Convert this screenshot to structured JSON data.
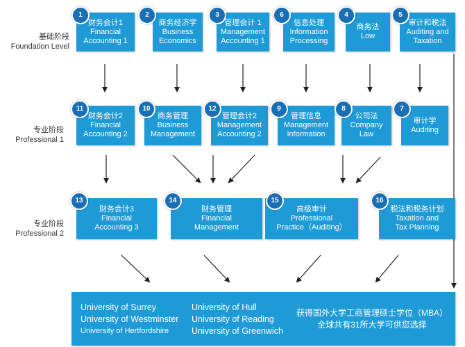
{
  "levels": {
    "foundation": {
      "zh": "基础阶段",
      "en": "Foundation Level"
    },
    "professional1": {
      "zh": "专业阶段",
      "en": "Professional 1"
    },
    "professional2": {
      "zh": "专业阶段",
      "en": "Professional 2"
    }
  },
  "foundation_boxes": [
    {
      "num": "1",
      "zh": "财务会计1",
      "en1": "Financial",
      "en2": "Accounting 1"
    },
    {
      "num": "2",
      "zh": "商务经济学",
      "en1": "Business",
      "en2": "Economics"
    },
    {
      "num": "3",
      "zh": "管理会计 1",
      "en1": "Management",
      "en2": "Accounting 1"
    },
    {
      "num": "6",
      "zh": "信息处理",
      "en1": "Information",
      "en2": "Processing"
    },
    {
      "num": "4",
      "zh": "商务法",
      "en1": "Low",
      "en2": ""
    },
    {
      "num": "5",
      "zh": "审计和税法",
      "en1": "Auditing and",
      "en2": "Taxation"
    }
  ],
  "professional1_boxes": [
    {
      "num": "11",
      "zh": "财务会计2",
      "en1": "Financial",
      "en2": "Accounting 2"
    },
    {
      "num": "10",
      "zh": "商务管理",
      "en1": "Business",
      "en2": "Management"
    },
    {
      "num": "12",
      "zh": "管理会计2",
      "en1": "Management",
      "en2": "Accounting 2"
    },
    {
      "num": "9",
      "zh": "管理信息",
      "en1": "Management",
      "en2": "Information"
    },
    {
      "num": "8",
      "zh": "公司法",
      "en1": "Company",
      "en2": "Law"
    },
    {
      "num": "7",
      "zh": "审计学",
      "en1": "Auditing",
      "en2": ""
    }
  ],
  "professional2_boxes": [
    {
      "num": "13",
      "zh": "财务会计3",
      "en1": "Financial",
      "en2": "Accounting 3"
    },
    {
      "num": "14",
      "zh": "财务管理",
      "en1": "Financial",
      "en2": "Management"
    },
    {
      "num": "15",
      "zh": "高级审计",
      "en1": "Professional",
      "en2": "Practice（Auditing）"
    },
    {
      "num": "16",
      "zh": "税法和税务计划",
      "en1": "Taxation and",
      "en2": "Tax Planning"
    }
  ],
  "universities": {
    "col1": [
      "University of  Surrey",
      "University of  Westminster",
      "University of  Hertfordshire"
    ],
    "col2": [
      "University of  Hull",
      "University of  Reading",
      "University of  Greenwich"
    ],
    "degree": "获得国外大学工商管理硕士学位（MBA）",
    "count": "全球共有31所大学可供您选择"
  },
  "colors": {
    "box": "#1e9ad6",
    "badge": "#1a6fb4",
    "arrow": "#222222"
  }
}
